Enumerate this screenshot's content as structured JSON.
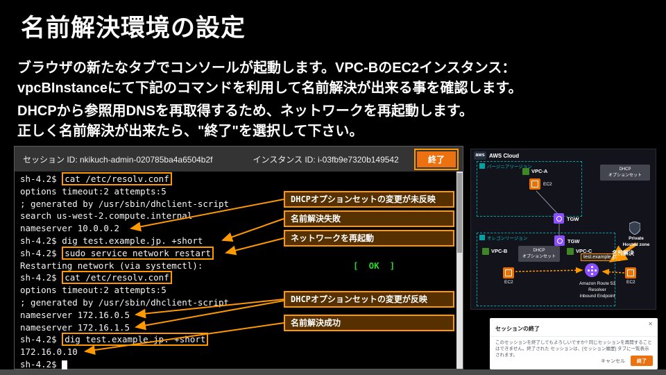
{
  "slide": {
    "title": "名前解決環境の設定",
    "body_lines": [
      "ブラウザの新たなタブでコンソールが起動します。VPC-BのEC2インスタンス：",
      "vpcBInstanceにて下記のコマンドを利用して名前解決が出来る事を確認します。",
      "DHCPから参照用DNSを再取得するため、ネットワークを再起動します。",
      "正しく名前解決が出来たら、\"終了\"を選択して下さい。"
    ]
  },
  "terminal": {
    "session_id": "セッション ID: nkikuch-admin-020785ba4a6504b2f",
    "instance_id": "インスタンス ID: i-03fb9e7320b149542",
    "terminate_button": "終了",
    "lines": [
      {
        "segments": [
          {
            "t": "sh-4.2$ "
          },
          {
            "t": "cat /etc/resolv.conf",
            "box": true
          }
        ]
      },
      {
        "segments": [
          {
            "t": "options timeout:2 attempts:5"
          }
        ]
      },
      {
        "segments": [
          {
            "t": "; generated by /usr/sbin/dhclient-script"
          }
        ]
      },
      {
        "segments": [
          {
            "t": "search us-west-2.compute.internal"
          }
        ]
      },
      {
        "segments": [
          {
            "t": "nameserver 10.0.0.2"
          }
        ]
      },
      {
        "segments": [
          {
            "t": "sh-4.2$ dig test.example.jp. +short"
          }
        ]
      },
      {
        "segments": [
          {
            "t": "sh-4.2$ "
          },
          {
            "t": "sudo service network restart",
            "box": true
          }
        ]
      },
      {
        "segments": [
          {
            "t": "Restarting network (via systemctl):"
          },
          {
            "t": "[  OK  ]",
            "ok": true
          }
        ]
      },
      {
        "segments": [
          {
            "t": "sh-4.2$ "
          },
          {
            "t": "cat /etc/resolv.conf",
            "box": true
          }
        ]
      },
      {
        "segments": [
          {
            "t": "options timeout:2 attempts:5"
          }
        ]
      },
      {
        "segments": [
          {
            "t": "; generated by /usr/sbin/dhclient-script"
          }
        ]
      },
      {
        "segments": [
          {
            "t": "nameserver 172.16.0.5"
          }
        ]
      },
      {
        "segments": [
          {
            "t": "nameserver 172.16.1.5"
          }
        ]
      },
      {
        "segments": [
          {
            "t": "sh-4.2$ "
          },
          {
            "t": "dig test.example.jp. +short",
            "box": true
          }
        ]
      },
      {
        "segments": [
          {
            "t": "172.16.0.10"
          }
        ]
      },
      {
        "segments": [
          {
            "t": "sh-4.2$ ",
            "cursor": true
          }
        ]
      }
    ]
  },
  "callouts": [
    {
      "label": "DHCPオプションセットの変更が未反映"
    },
    {
      "label": "名前解決失敗"
    },
    {
      "label": "ネットワークを再起動"
    },
    {
      "label": "DHCPオプションセットの変更が反映"
    },
    {
      "label": "名前解決成功"
    }
  ],
  "diagram": {
    "aws_logo": "aws",
    "cloud_label": "AWS Cloud",
    "virginia": {
      "region_label": "バージニアリージョン",
      "vpc_label": "VPC-A",
      "ec2_label": "EC2",
      "dhcp_line1": "DHCP",
      "dhcp_line2": "オプションセット",
      "tgw_label": "TGW"
    },
    "oregon": {
      "region_label": "オレゴンリージョン",
      "tgw_label": "TGW",
      "vpc_b_label": "VPC-B",
      "vpc_c_label": "VPC-C",
      "dhcp_line1": "DHCP",
      "dhcp_line2": "オプションセット",
      "ec2_b_label": "EC2",
      "ec2_c_label": "EC2"
    },
    "name_resolution_label": "名前解決",
    "domain_text": "test.example.jp.",
    "endpoint_line1": "Amazon Route 53",
    "endpoint_line2": "Resolver",
    "endpoint_line3": "Inbound Endpoint",
    "hosted_zone_line1": "Private",
    "hosted_zone_line2": "Hosted zone"
  },
  "dialog": {
    "title": "セッションの終了",
    "body": "このセッションを終了してもよろしいですか? 同じセッションを再開することはできません。終了された セッションは、[セッション履歴] タブに一覧表示されます。",
    "cancel_label": "キャンセル",
    "confirm_label": "終了",
    "close_icon": "✕"
  },
  "colors": {
    "accent_orange": "#ff9900",
    "aws_button_orange": "#ec7211",
    "ok_green": "#2bd62b",
    "region_teal": "#00a4a6",
    "vpc_green": "#3f8624",
    "ec2_orange": "#ed7100",
    "tgw_purple": "#8c4fff"
  }
}
